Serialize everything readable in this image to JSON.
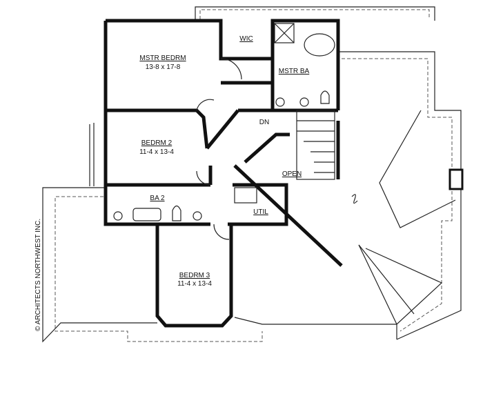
{
  "rooms": {
    "master_bedroom": {
      "name": "MSTR BEDRM",
      "size": "13-8 x 17-8"
    },
    "wic": {
      "name": "WIC"
    },
    "master_bath": {
      "name": "MSTR BA"
    },
    "stairs_down": {
      "name": "DN"
    },
    "bedroom_2": {
      "name": "BEDRM 2",
      "size": "11-4 x 13-4"
    },
    "open": {
      "name": "OPEN"
    },
    "bath_2": {
      "name": "BA 2"
    },
    "utility": {
      "name": "UTIL"
    },
    "bedroom_3": {
      "name": "BEDRM 3",
      "size": "11-4 x 13-4"
    }
  },
  "copyright": "© ARCHITECTS NORTHWEST INC."
}
